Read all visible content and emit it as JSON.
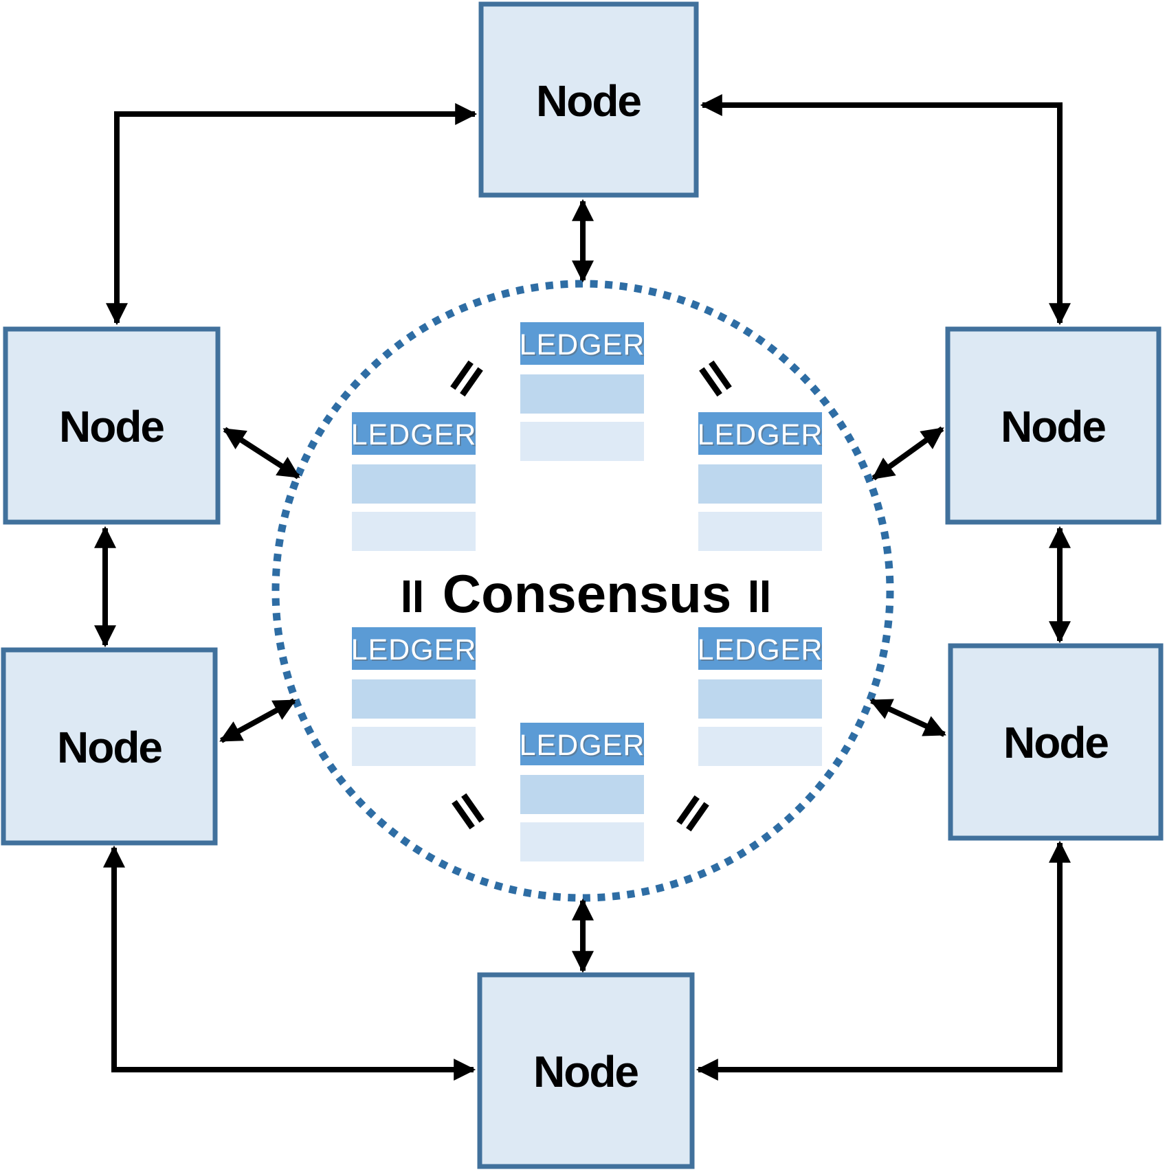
{
  "diagram": {
    "type": "peer-to-peer consensus network",
    "center": {
      "label": "Consensus",
      "circle_style": "dotted"
    },
    "nodes": [
      {
        "id": "top",
        "label": "Node"
      },
      {
        "id": "upper-left",
        "label": "Node"
      },
      {
        "id": "upper-right",
        "label": "Node"
      },
      {
        "id": "lower-left",
        "label": "Node"
      },
      {
        "id": "lower-right",
        "label": "Node"
      },
      {
        "id": "bottom",
        "label": "Node"
      }
    ],
    "ledgers": [
      {
        "id": "top-center",
        "label": "LEDGER",
        "rows": 2
      },
      {
        "id": "upper-left",
        "label": "LEDGER",
        "rows": 2
      },
      {
        "id": "upper-right",
        "label": "LEDGER",
        "rows": 2
      },
      {
        "id": "lower-left",
        "label": "LEDGER",
        "rows": 2
      },
      {
        "id": "lower-right",
        "label": "LEDGER",
        "rows": 2
      },
      {
        "id": "bottom-center",
        "label": "LEDGER",
        "rows": 2
      }
    ],
    "equals_symbol": "=",
    "equals_marks": 6,
    "connections": [
      {
        "from": "upper-left-node",
        "to": "top-node",
        "type": "double-arrow-elbow"
      },
      {
        "from": "upper-right-node",
        "to": "top-node",
        "type": "double-arrow-elbow"
      },
      {
        "from": "lower-left-node",
        "to": "bottom-node",
        "type": "double-arrow-elbow"
      },
      {
        "from": "lower-right-node",
        "to": "bottom-node",
        "type": "double-arrow-elbow"
      },
      {
        "from": "top-node",
        "to": "consensus-circle",
        "type": "double-arrow"
      },
      {
        "from": "bottom-node",
        "to": "consensus-circle",
        "type": "double-arrow"
      },
      {
        "from": "upper-left-node",
        "to": "lower-left-node",
        "type": "double-arrow"
      },
      {
        "from": "upper-right-node",
        "to": "lower-right-node",
        "type": "double-arrow"
      },
      {
        "from": "upper-left-node",
        "to": "consensus-circle",
        "type": "double-arrow"
      },
      {
        "from": "upper-right-node",
        "to": "consensus-circle",
        "type": "double-arrow"
      },
      {
        "from": "lower-left-node",
        "to": "consensus-circle",
        "type": "double-arrow"
      },
      {
        "from": "lower-right-node",
        "to": "consensus-circle",
        "type": "double-arrow"
      }
    ]
  },
  "colors": {
    "node_fill": "#dde9f4",
    "node_border": "#41719c",
    "ledger_header": "#5b9bd5",
    "ledger_row_medium": "#bdd7ee",
    "ledger_row_light": "#deeaf6",
    "circle_dot": "#2e6da4",
    "arrow": "#000000",
    "ledger_text": "#ffffff",
    "label_text": "#000000"
  }
}
